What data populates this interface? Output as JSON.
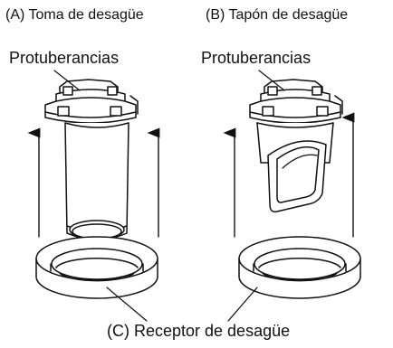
{
  "labels": {
    "part_a": "(A) Toma de desagüe",
    "part_b": "(B) Tapón de desagüe",
    "protrusions_a": "Protuberancias",
    "protrusions_b": "Protuberancias",
    "part_c": "(C) Receptor de desagüe"
  },
  "icons": {
    "part_a": "drain-outlet-icon",
    "part_b": "drain-plug-icon",
    "part_c": "drain-receptor-ring-icon",
    "arrows": "up-arrow-icon"
  },
  "colors": {
    "line": "#111111",
    "fill": "#ffffff",
    "shade": "#dddddd"
  }
}
